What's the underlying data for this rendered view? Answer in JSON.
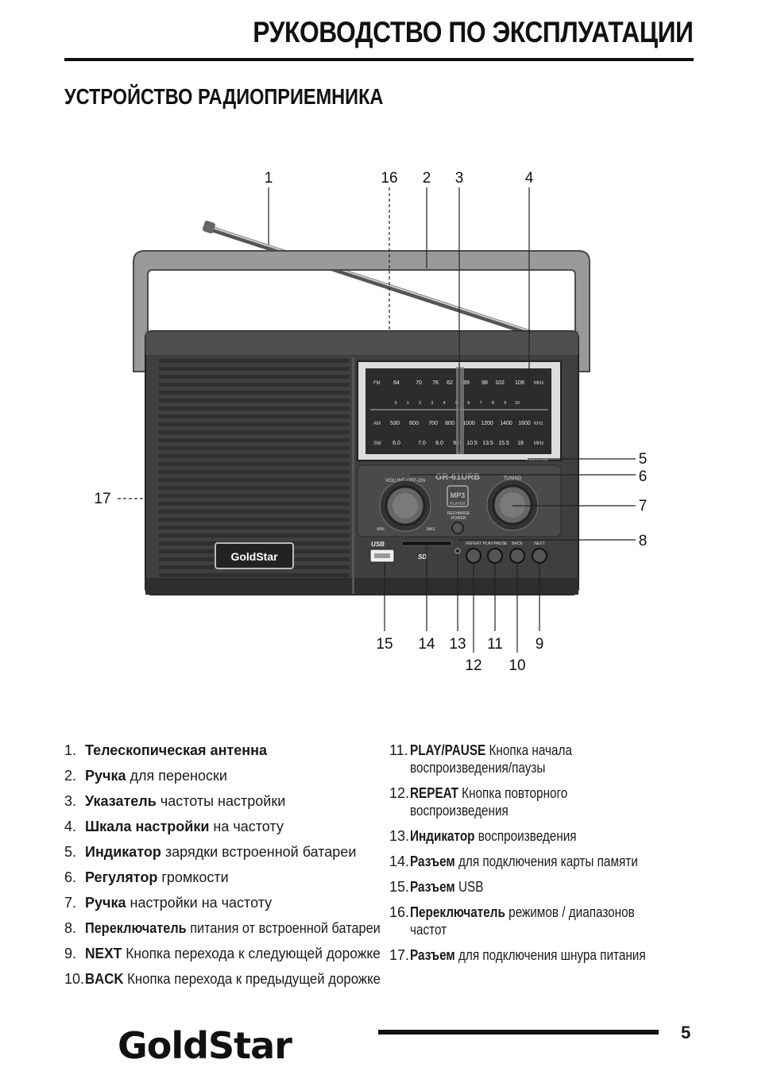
{
  "header": {
    "title": "РУКОВОДСТВО ПО ЭКСПЛУАТАЦИИ"
  },
  "section": {
    "title": "УСТРОЙСТВО  РАДИОПРИЕМНИКА"
  },
  "diagram": {
    "callouts": [
      "1",
      "16",
      "2",
      "3",
      "4",
      "5",
      "6",
      "7",
      "8",
      "17",
      "15",
      "14",
      "13",
      "11",
      "9",
      "12",
      "10"
    ],
    "dial": {
      "fm_label": "FM",
      "fm_unit": "MHz",
      "fm_ticks": [
        "64",
        "70",
        "76",
        "82",
        "89",
        "98",
        "102",
        "108"
      ],
      "index_ticks": [
        "0",
        "1",
        "2",
        "3",
        "4",
        "5",
        "6",
        "7",
        "8",
        "9",
        "10"
      ],
      "am_label": "AM",
      "am_unit": "KHz",
      "am_ticks": [
        "530",
        "600",
        "700",
        "800",
        "1000",
        "1200",
        "1400",
        "1600"
      ],
      "sw_label": "SW",
      "sw_unit": "MHz",
      "sw_ticks": [
        "6.0",
        "7.0",
        "8.0",
        "9.5",
        "10.5",
        "13.5",
        "15.5",
        "18"
      ],
      "recharge": "RECHARGE"
    },
    "model": "GR-61URB",
    "volume_label": "VOLUME OFF-ON",
    "tuning_label": "TUNING",
    "min_label": "MIN",
    "max_label": "MAX",
    "mp3_label": "MP3",
    "player_label": "PLAYER",
    "recharge_power_1": "RECHARGE",
    "recharge_power_2": "POWER",
    "usb_label": "USB",
    "sd_label": "SD",
    "buttons": [
      "REPEAT",
      "PLAY/PAUSE",
      "BACK",
      "NEXT"
    ],
    "brand": "GoldStar"
  },
  "legend_left": [
    {
      "num": "1.",
      "term": "Телескопическая антенна",
      "desc": ""
    },
    {
      "num": "2.",
      "term": "Ручка",
      "desc": " для переноски"
    },
    {
      "num": "3.",
      "term": "Указатель",
      "desc": " частоты настройки"
    },
    {
      "num": "4.",
      "term": "Шкала настройки",
      "desc": " на частоту"
    },
    {
      "num": "5.",
      "term": "Индикатор",
      "desc": " зарядки встроенной батареи"
    },
    {
      "num": "6.",
      "term": "Регулятор",
      "desc": " громкости"
    },
    {
      "num": "7.",
      "term": "Ручка",
      "desc": " настройки на частоту"
    },
    {
      "num": "8.",
      "term": "Переключатель",
      "desc": " питания от встроенной батареи"
    },
    {
      "num": "9.",
      "term": "NEXT",
      "desc": " Кнопка перехода к следующей дорожке"
    },
    {
      "num": "10.",
      "term": "BACK",
      "desc": " Кнопка перехода к предыдущей дорожке"
    }
  ],
  "legend_right": [
    {
      "num": "11.",
      "term": "PLAY/PAUSE",
      "desc": " Кнопка начала воспроизведения/паузы"
    },
    {
      "num": "12.",
      "term": "REPEAT",
      "desc": " Кнопка повторного воспроизведения"
    },
    {
      "num": "13.",
      "term": "Индикатор",
      "desc": " воспроизведения"
    },
    {
      "num": "14.",
      "term": "Разъем",
      "desc": " для подключения карты памяти"
    },
    {
      "num": "15.",
      "term": "Разъем",
      "desc": " USB"
    },
    {
      "num": "16.",
      "term": "Переключатель",
      "desc": " режимов / диапазонов частот"
    },
    {
      "num": "17.",
      "term": "Разъем",
      "desc": " для подключения шнура питания"
    }
  ],
  "footer": {
    "brand": "GoldStar",
    "page": "5"
  }
}
